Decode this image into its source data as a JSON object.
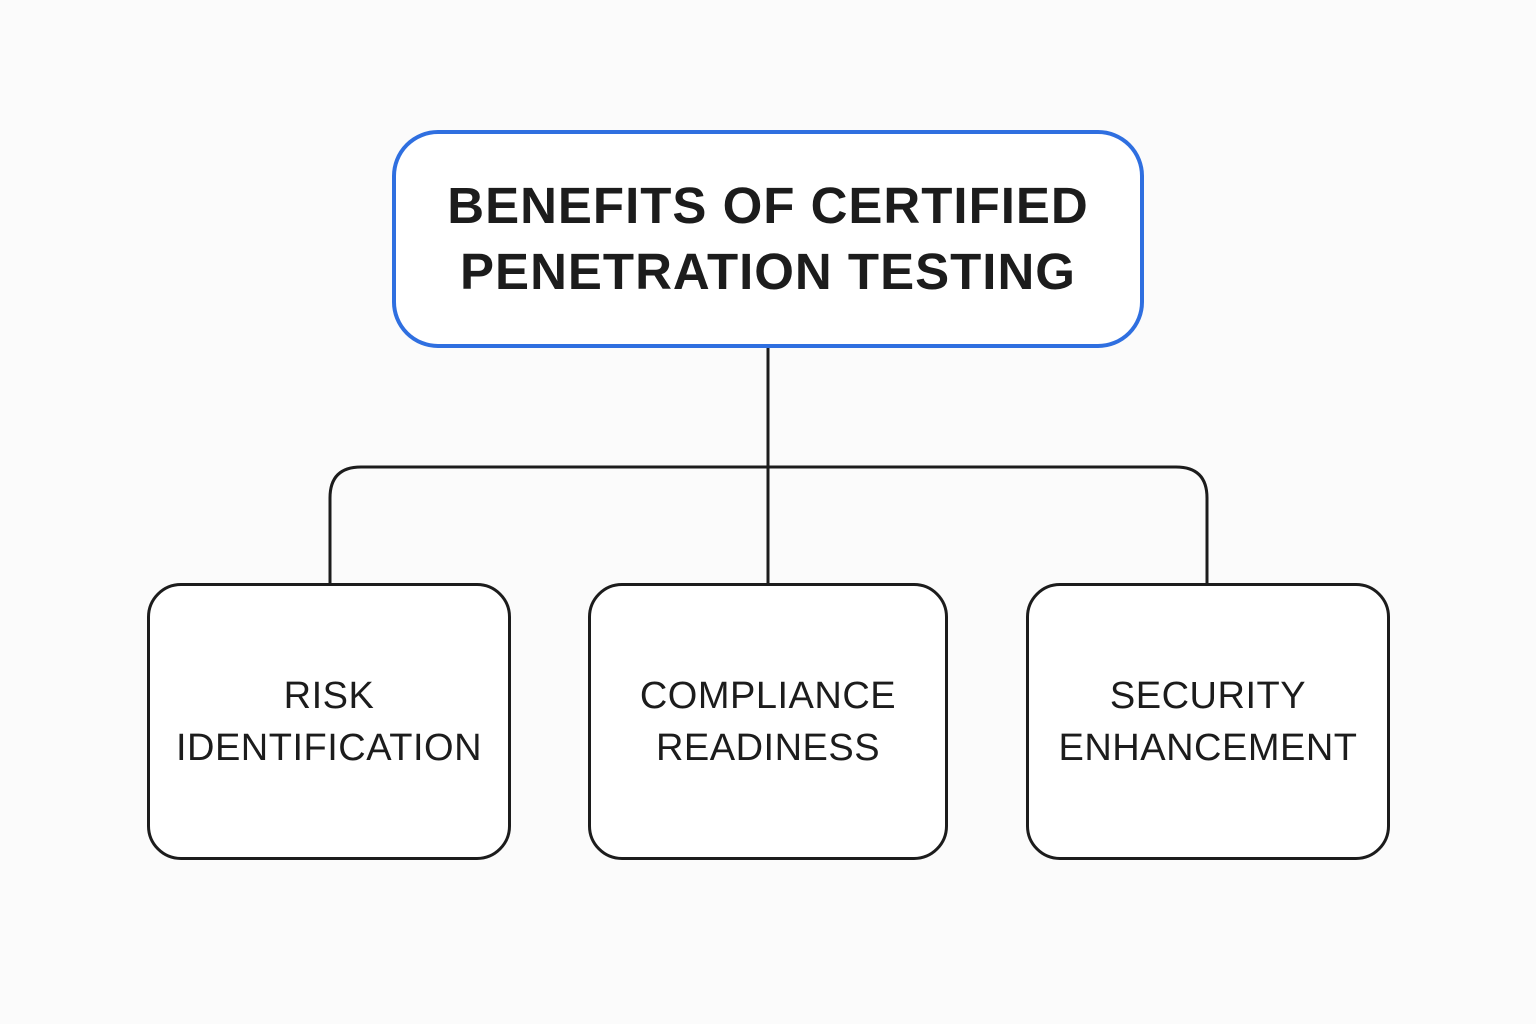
{
  "diagram": {
    "root": {
      "label": "BENEFITS OF CERTIFIED\nPENETRATION TESTING"
    },
    "children": [
      {
        "label": "RISK\nIDENTIFICATION"
      },
      {
        "label": "COMPLIANCE\nREADINESS"
      },
      {
        "label": "SECURITY\nENHANCEMENT"
      }
    ]
  },
  "colors": {
    "root_border": "#2f6fe0",
    "child_border": "#1c1c1c",
    "connector": "#1c1c1c",
    "background": "#fbfbfb"
  }
}
